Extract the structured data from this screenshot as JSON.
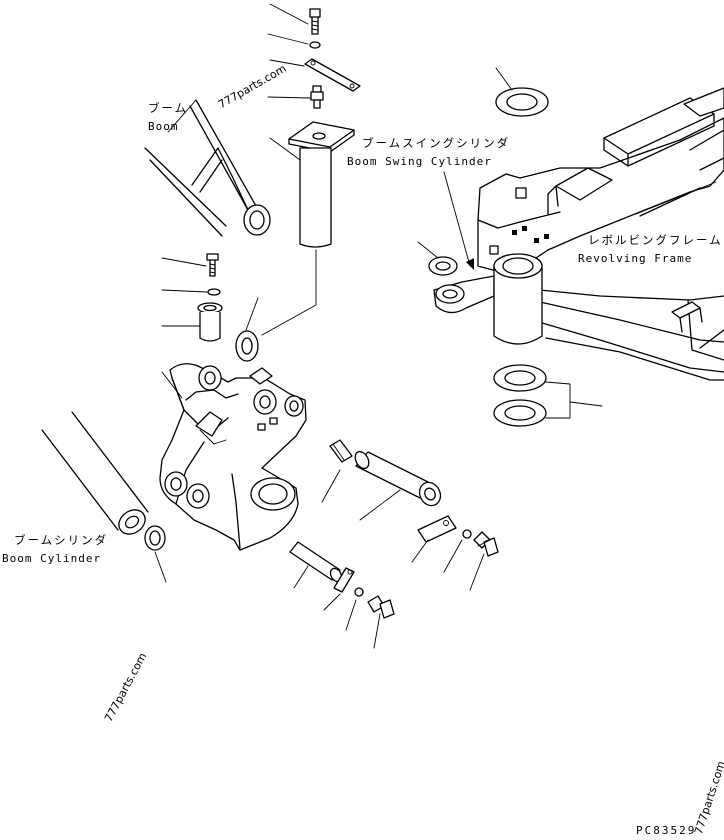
{
  "labels": {
    "boom_jp": "ブーム",
    "boom_en": "Boom",
    "boom_swing_cylinder_jp": "ブームスイングシリンダ",
    "boom_swing_cylinder_en": "Boom Swing Cylinder",
    "revolving_frame_jp": "レボルビングフレーム",
    "revolving_frame_en": "Revolving Frame",
    "boom_cylinder_jp": "ブームシリンダ",
    "boom_cylinder_en": "Boom Cylinder"
  },
  "watermarks": {
    "top": "777parts.com",
    "left": "777parts.com",
    "right": "777parts.com"
  },
  "drawing_code": "PC83529"
}
